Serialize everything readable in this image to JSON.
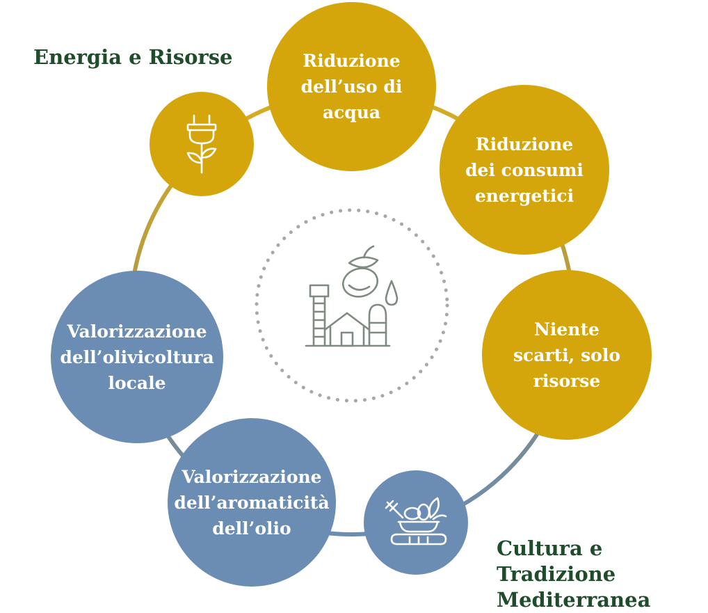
{
  "sections": {
    "energy": "Energia e Risorse",
    "culture": "Cultura e Tradizione\nMediterranea"
  },
  "nodes": {
    "water": "Riduzione\ndell’uso di\nacqua",
    "energy": "Riduzione\ndei consumi\nenergetici",
    "waste": "Niente\nscarti, solo\nrisorse",
    "olive": "Valorizzazione\ndell’olivicoltura\nlocale",
    "aroma": "Valorizzazione\ndell’aromaticità\ndell’olio"
  },
  "icons": {
    "energy_group": "plug-plant-icon",
    "culture_group": "olive-basket-icon",
    "center": "olive-mill-factory-icon"
  },
  "colors": {
    "gold": "#d4a60c",
    "blue": "#6b8db4",
    "label_green": "#1f4d2c",
    "icon_gray": "#7f8a80"
  }
}
